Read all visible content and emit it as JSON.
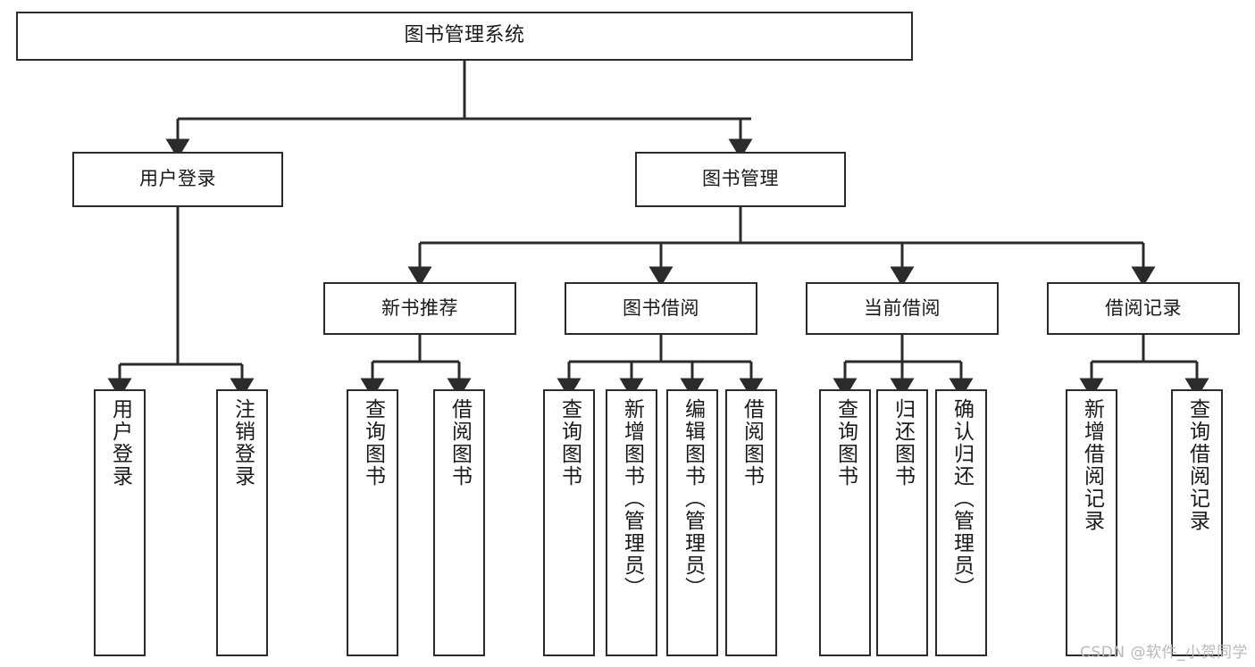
{
  "diagram": {
    "type": "hierarchy-tree",
    "title": "图书管理系统",
    "levels": 4,
    "orientation": "top-down",
    "colors": {
      "node_border": "#2b2b2b",
      "node_fill": "#ffffff",
      "connector": "#2b2b2b",
      "text": "#1a1a1a",
      "watermark": "#b9b9b9"
    }
  },
  "root": {
    "label": "图书管理系统"
  },
  "level2": [
    {
      "label": "用户登录"
    },
    {
      "label": "图书管理"
    }
  ],
  "level3": [
    {
      "label": "新书推荐"
    },
    {
      "label": "图书借阅"
    },
    {
      "label": "当前借阅"
    },
    {
      "label": "借阅记录"
    }
  ],
  "leaves": {
    "user_login": [
      {
        "label": "用户登录"
      },
      {
        "label": "注销登录"
      }
    ],
    "new_book_recommend": [
      {
        "label": "查询图书"
      },
      {
        "label": "借阅图书"
      }
    ],
    "book_borrow": [
      {
        "label": "查询图书"
      },
      {
        "label": "新增图书（管理员）"
      },
      {
        "label": "编辑图书（管理员）"
      },
      {
        "label": "借阅图书"
      }
    ],
    "current_borrow": [
      {
        "label": "查询图书"
      },
      {
        "label": "归还图书"
      },
      {
        "label": "确认归还（管理员）"
      }
    ],
    "borrow_record": [
      {
        "label": "新增借阅记录"
      },
      {
        "label": "查询借阅记录"
      }
    ]
  },
  "watermark": {
    "text": "CSDN @软件_小贺同学"
  }
}
